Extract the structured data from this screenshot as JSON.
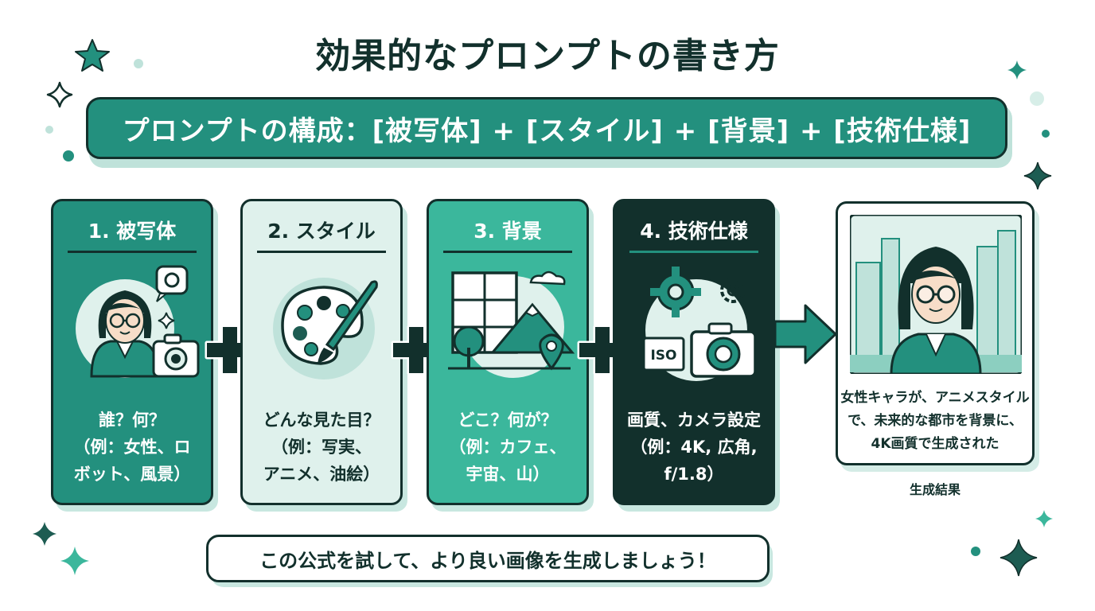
{
  "title": "効果的なプロンプトの書き方",
  "formula": "プロンプトの構成：[被写体] + [スタイル] + [背景] + [技術仕様]",
  "steps": [
    {
      "title": "1. 被写体",
      "text": "誰？何？\n（例：女性、ロ\nボット、風景）"
    },
    {
      "title": "2. スタイル",
      "text": "どんな見た目？\n（例：写実、\nアニメ、油絵）"
    },
    {
      "title": "3. 背景",
      "text": "どこ？何が？\n（例：カフェ、\n宇宙、山）"
    },
    {
      "title": "4. 技術仕様",
      "text": "画質、カメラ設定\n（例：4K, 広角,\nf/1.8）",
      "icon_label": "ISO"
    }
  ],
  "result": {
    "text": "女性キャラが、アニメスタイル\nで、未来的な都市を背景に、\n4K画質で生成された",
    "caption": "生成結果"
  },
  "footer": "この公式を試して、より良い画像を生成しましょう！",
  "colors": {
    "dark": "#12302c",
    "teal": "#23907e",
    "light_teal": "#dff1ec",
    "mid_teal": "#3bb79c",
    "accent": "#1f8a76"
  }
}
